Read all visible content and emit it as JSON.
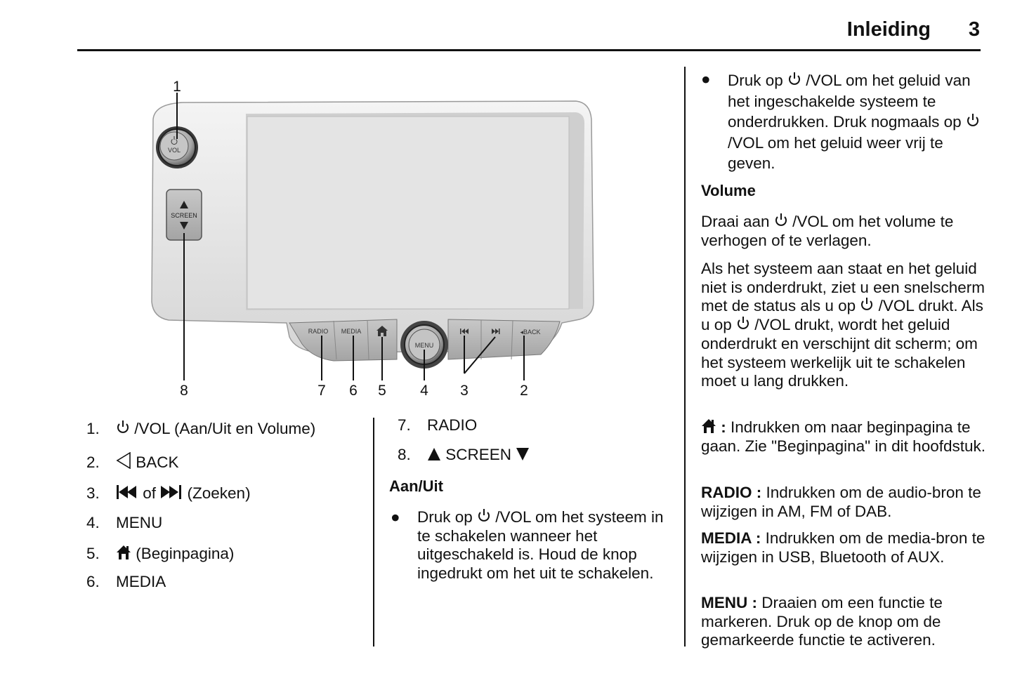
{
  "header": {
    "section_title": "Inleiding",
    "page_number": "3"
  },
  "figure": {
    "knob_label": "VOL",
    "screen_button_label": "SCREEN",
    "buttons": {
      "radio": "RADIO",
      "media": "MEDIA",
      "menu": "MENU",
      "back": "◂BACK"
    },
    "callouts": [
      "1",
      "2",
      "3",
      "4",
      "5",
      "6",
      "7",
      "8"
    ]
  },
  "legend": {
    "items": [
      {
        "num": "1.",
        "icon": "power-icon",
        "text": " /VOL (Aan/Uit en Volume)"
      },
      {
        "num": "2.",
        "icon": "back-triangle-icon",
        "text": " BACK"
      },
      {
        "num": "3.",
        "icon": "seek-back-icon",
        "mid": " of ",
        "icon2": "seek-forward-icon",
        "text": " (Zoeken)"
      },
      {
        "num": "4.",
        "text": "MENU"
      },
      {
        "num": "5.",
        "icon": "home-icon",
        "text": " (Beginpagina)"
      },
      {
        "num": "6.",
        "text": "MEDIA"
      },
      {
        "num": "7.",
        "text": "RADIO"
      },
      {
        "num": "8.",
        "icon": "up-triangle-icon",
        "text": " SCREEN ",
        "icon2": "down-triangle-icon"
      }
    ]
  },
  "aan_uit": {
    "heading": "Aan/Uit",
    "bullet1": {
      "pre": "Druk op ",
      "post": " /VOL om het systeem in te schakelen wanneer het uitgeschakeld is. Houd de knop ingedrukt om het uit te schakelen."
    }
  },
  "right": {
    "bullet2": {
      "pre": "Druk op ",
      "mid": " /VOL om het geluid van het ingeschakelde systeem te onderdrukken. Druk nogmaals op ",
      "post": " /VOL om het geluid weer vrij te geven."
    },
    "volume_heading": "Volume",
    "volume_p1": {
      "pre": "Draai aan ",
      "post": " /VOL om het volume te verhogen of te verlagen."
    },
    "volume_p2": {
      "pre": "Als het systeem aan staat en het geluid niet is onderdrukt, ziet u een snelscherm met de status als u op ",
      "mid": " /VOL drukt. Als u op ",
      "post": " /VOL drukt, wordt het geluid onderdrukt en verschijnt dit scherm; om het systeem werkelijk uit te schakelen moet u lang drukken."
    },
    "home_p": {
      "label": " :",
      "text": " Indrukken om naar beginpagina te gaan. Zie \"Beginpagina\" in dit hoofdstuk."
    },
    "radio_p": {
      "label": "RADIO :",
      "text": " Indrukken om de audio-bron te wijzigen in AM, FM of DAB."
    },
    "media_p": {
      "label": "MEDIA :",
      "text": " Indrukken om de media-bron te wijzigen in USB, Bluetooth of AUX."
    },
    "menu_p": {
      "label": "MENU :",
      "text": " Draaien om een functie te markeren. Druk op de knop om de gemarkeerde functie te activeren."
    }
  }
}
